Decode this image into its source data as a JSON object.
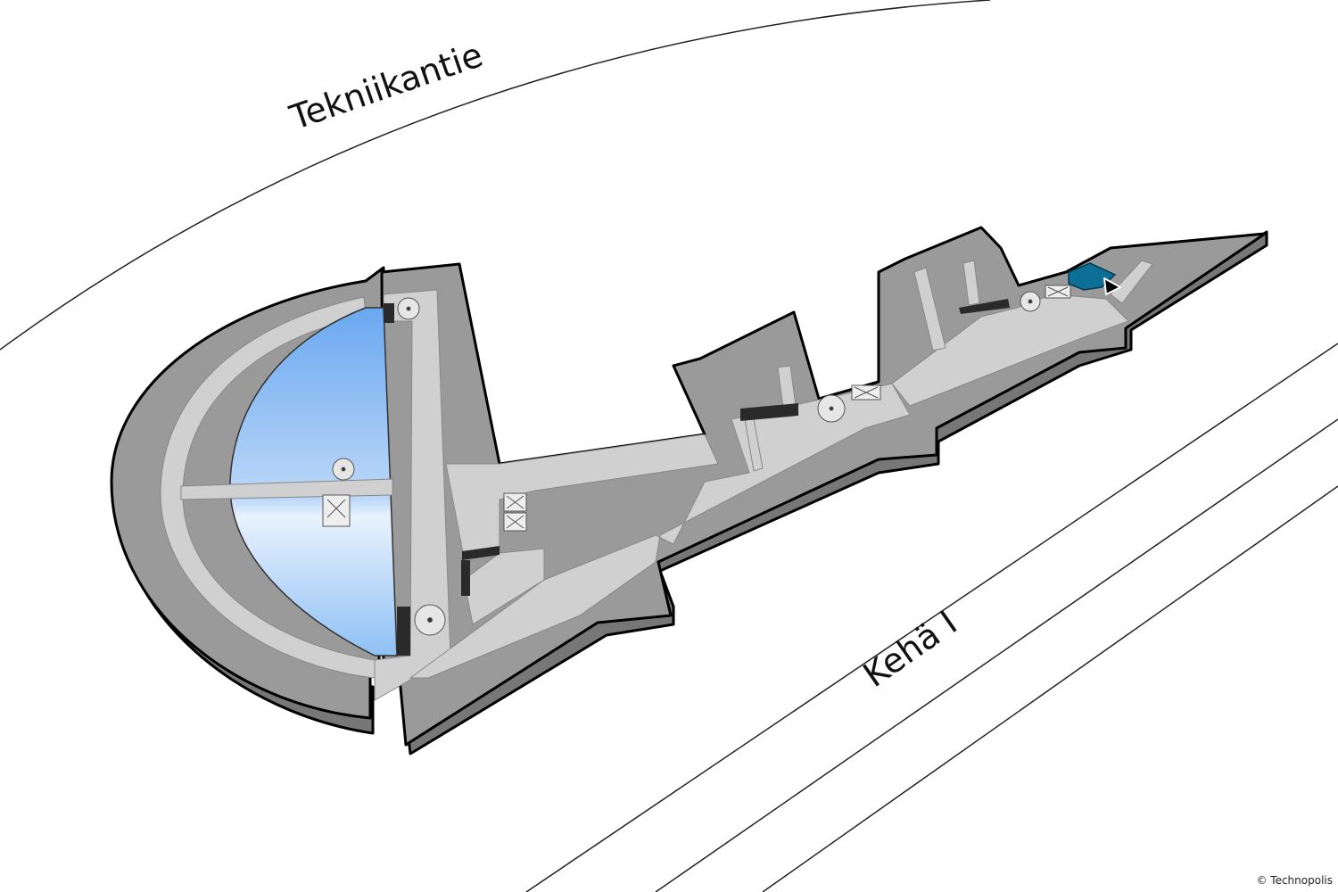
{
  "roads": {
    "north": "Tekniikantie",
    "south": "Kehä I"
  },
  "copyright": "© Technopolis",
  "colors": {
    "floor": "#9a9a9a",
    "corridor": "#cfcfcf",
    "wall_side": "#7a7a7a",
    "atrium": "#7fb5f2",
    "highlight": "#0e6f96",
    "outline": "#000000"
  },
  "icons": [
    "elevator-icon",
    "stairs-icon",
    "location-marker-icon"
  ]
}
